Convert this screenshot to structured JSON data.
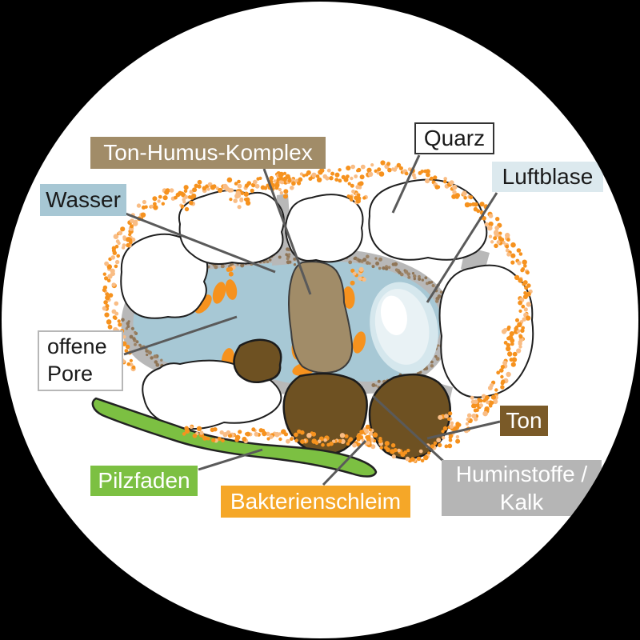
{
  "figure": {
    "shape": "circular illustration",
    "background_inside": "#ffffff",
    "background_outside": "#000000"
  },
  "labels": [
    {
      "id": "ton-humus-komplex",
      "text": "Ton-Humus-Komplex",
      "bg": "#a18c68",
      "fg": "#ffffff",
      "border": "none"
    },
    {
      "id": "quarz",
      "text": "Quarz",
      "bg": "#ffffff",
      "fg": "#1a1a1a",
      "border": "#333333"
    },
    {
      "id": "luftblase",
      "text": "Luftblase",
      "bg": "#dce9ee",
      "fg": "#1a1a1a",
      "border": "none"
    },
    {
      "id": "wasser",
      "text": "Wasser",
      "bg": "#a7c7d4",
      "fg": "#1a1a1a",
      "border": "none"
    },
    {
      "id": "offene-pore",
      "lines": [
        "offene",
        "Pore"
      ],
      "bg": "#ffffff",
      "fg": "#1a1a1a",
      "border": "#b7b7b7"
    },
    {
      "id": "ton",
      "text": "Ton",
      "bg": "#7a5a28",
      "fg": "#ffffff",
      "border": "none"
    },
    {
      "id": "huminstoffe-kalk",
      "lines": [
        "Huminstoffe /",
        "Kalk"
      ],
      "bg": "#b5b5b5",
      "fg": "#ffffff",
      "border": "none"
    },
    {
      "id": "pilzfaden",
      "text": "Pilzfaden",
      "bg": "#7cc042",
      "fg": "#ffffff",
      "border": "none"
    },
    {
      "id": "bakterienschleim",
      "text": "Bakterienschleim",
      "bg": "#f5a728",
      "fg": "#ffffff",
      "border": "none"
    }
  ],
  "palette": {
    "water": "#a7c8d5",
    "gray_band": "#b8b8b8",
    "humus_speckle": "#9b8265",
    "humus_speckle_dark": "#8f7557",
    "clay_humus_complex": "#a18c68",
    "clay": "#6e5122",
    "quartz_fill": "#ffffff",
    "quartz_stroke": "#1f1f1f",
    "fungal_green": "#7cc042",
    "slime_orange": "#f6921e",
    "slime_orange_light": "#f9bd85",
    "bubble_outer": "#d5e7ed",
    "bubble_inner": "#e9f2f5",
    "bubble_core": "#ffffff",
    "leader_line": "#5a5a5a"
  }
}
